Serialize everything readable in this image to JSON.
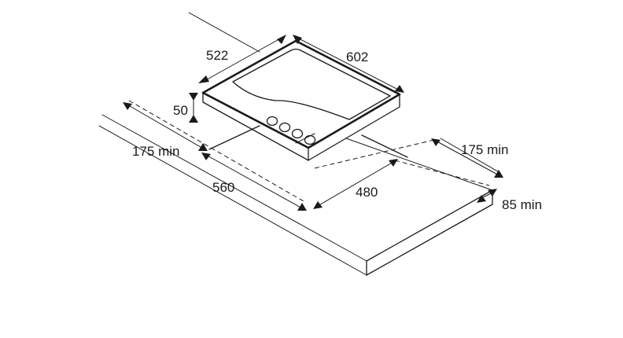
{
  "dimensions": {
    "depth_hob": "522",
    "width_hob": "602",
    "height_hob": "50",
    "side_clearance_left": "175 min",
    "cutout_width": "560",
    "cutout_depth": "480",
    "side_clearance_right": "175 min",
    "front_clearance": "85 min"
  },
  "colors": {
    "line": "#1a1a1a",
    "background": "#ffffff"
  }
}
